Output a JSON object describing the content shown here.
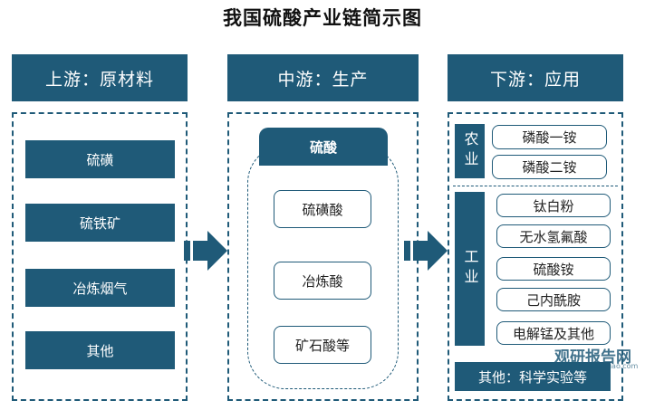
{
  "title": "我国硫酸产业链简示图",
  "upstream": {
    "header": "上游：原材料",
    "items": [
      "硫磺",
      "硫铁矿",
      "冶炼烟气",
      "其他"
    ]
  },
  "midstream": {
    "header": "中游：生产",
    "product": "硫酸",
    "items": [
      "硫磺酸",
      "冶炼酸",
      "矿石酸等"
    ]
  },
  "downstream": {
    "header": "下游：应用",
    "agriculture": {
      "label": "农业",
      "items": [
        "磷酸一铵",
        "磷酸二铵"
      ]
    },
    "industry": {
      "label": "工业",
      "items": [
        "钛白粉",
        "无水氢氟酸",
        "硫酸铵",
        "己内酰胺",
        "电解锰及其他"
      ]
    },
    "other": "其他：科学实验等"
  },
  "watermark": {
    "text": "观研报告网",
    "sub": "www.chinabaogao.com"
  },
  "colors": {
    "primary": "#1f5a78",
    "background": "#ffffff"
  }
}
